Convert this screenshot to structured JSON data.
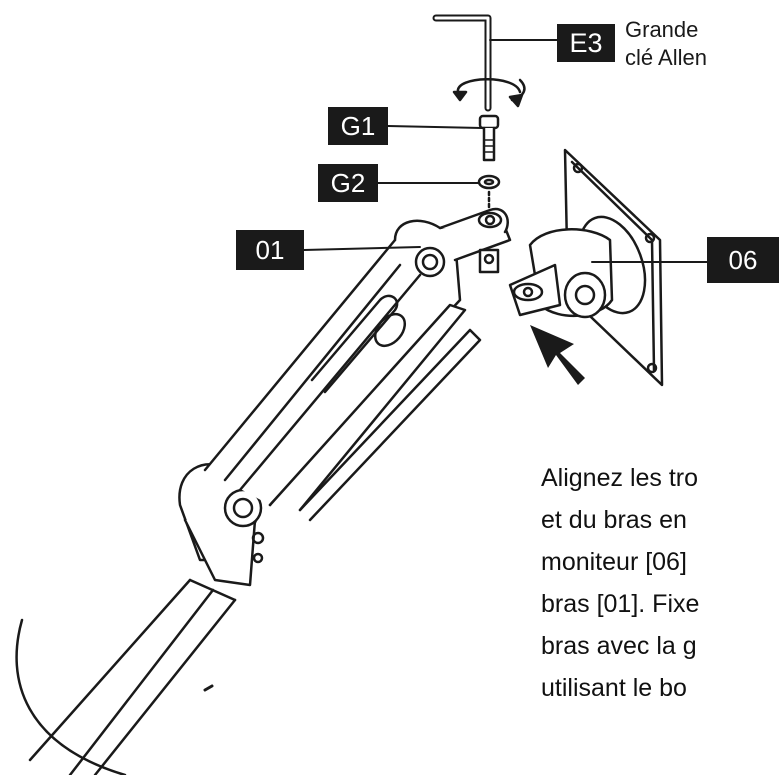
{
  "labels": {
    "e3": "E3",
    "g1": "G1",
    "g2": "G2",
    "arm_part": "01",
    "monitor_part": "06"
  },
  "tool": {
    "line1": "Grande",
    "line2": "clé Allen"
  },
  "instruction": {
    "line1": "Alignez les tro",
    "line2": "et du bras en",
    "line3": "moniteur [06]",
    "line4": "bras [01]. Fixe",
    "line5": "bras avec la g",
    "line6": "utilisant le bo"
  },
  "colors": {
    "ink": "#1a1a1a",
    "label_bg": "#1a1a1a",
    "label_text": "#ffffff"
  }
}
